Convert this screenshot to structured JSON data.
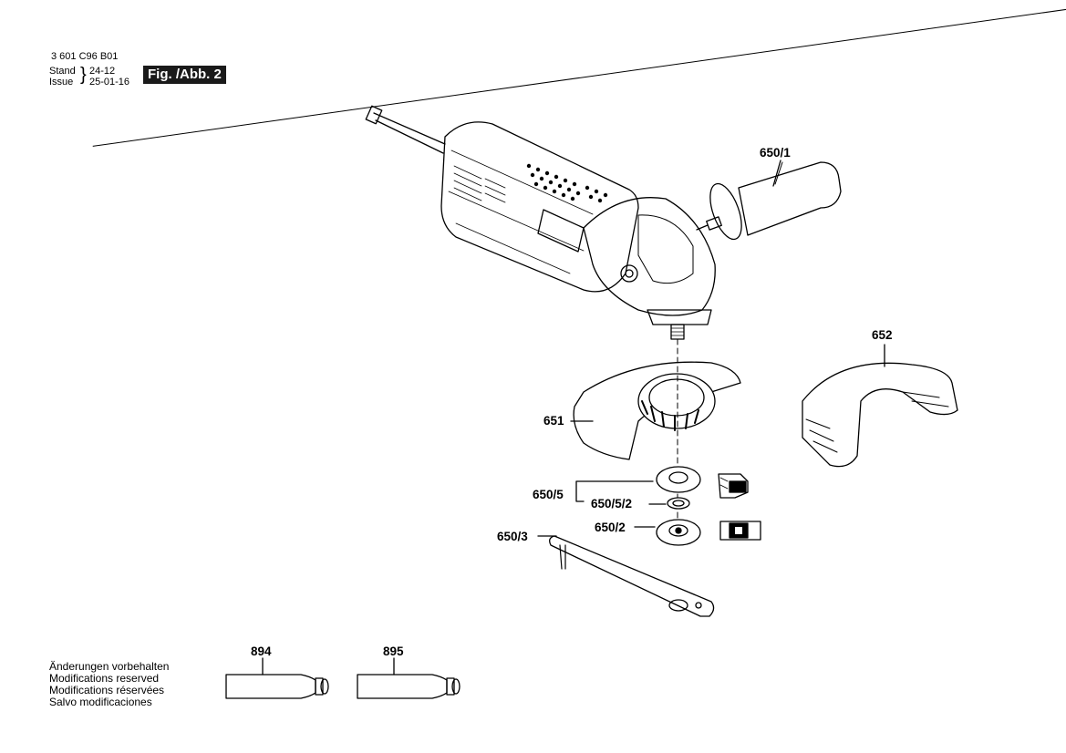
{
  "header": {
    "doc_number": "3 601 C96 B01",
    "stand_label": "Stand",
    "issue_label": "Issue",
    "stand_value": "24-12",
    "issue_value": "25-01-16",
    "figure_label": "Fig. /Abb. 2"
  },
  "callouts": {
    "c650_1": "650/1",
    "c652": "652",
    "c651": "651",
    "c650_5": "650/5",
    "c650_5_2": "650/5/2",
    "c650_2": "650/2",
    "c650_3": "650/3",
    "c894": "894",
    "c895": "895"
  },
  "notes": [
    "Änderungen vorbehalten",
    "Modifications reserved",
    "Modifications réservées",
    "Salvo modificaciones"
  ]
}
